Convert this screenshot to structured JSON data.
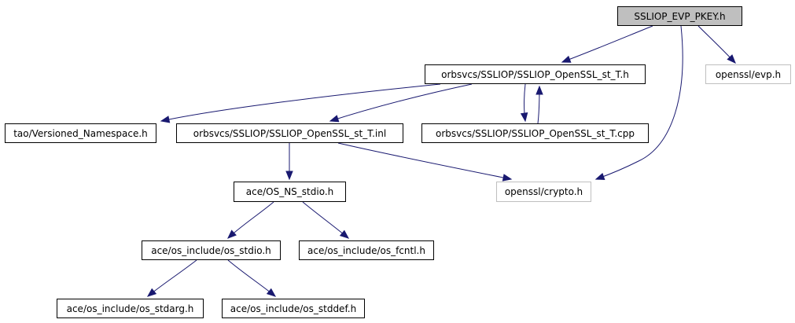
{
  "graph": {
    "nodes": {
      "root": "SSLIOP_EVP_PKEY.h",
      "openssl_st_h": "orbsvcs/SSLIOP/SSLIOP_OpenSSL_st_T.h",
      "openssl_evp": "openssl/evp.h",
      "versioned_namespace": "tao/Versioned_Namespace.h",
      "openssl_st_inl": "orbsvcs/SSLIOP/SSLIOP_OpenSSL_st_T.inl",
      "openssl_st_cpp": "orbsvcs/SSLIOP/SSLIOP_OpenSSL_st_T.cpp",
      "os_ns_stdio": "ace/OS_NS_stdio.h",
      "openssl_crypto": "openssl/crypto.h",
      "os_stdio": "ace/os_include/os_stdio.h",
      "os_fcntl": "ace/os_include/os_fcntl.h",
      "os_stdarg": "ace/os_include/os_stdarg.h",
      "os_stddef": "ace/os_include/os_stddef.h"
    },
    "edges": [
      [
        "root",
        "openssl_st_h"
      ],
      [
        "root",
        "openssl_evp"
      ],
      [
        "root",
        "openssl_crypto"
      ],
      [
        "openssl_st_h",
        "versioned_namespace"
      ],
      [
        "openssl_st_h",
        "openssl_st_inl"
      ],
      [
        "openssl_st_h",
        "openssl_st_cpp"
      ],
      [
        "openssl_st_cpp",
        "openssl_st_h"
      ],
      [
        "openssl_st_inl",
        "os_ns_stdio"
      ],
      [
        "openssl_st_inl",
        "openssl_crypto"
      ],
      [
        "os_ns_stdio",
        "os_stdio"
      ],
      [
        "os_ns_stdio",
        "os_fcntl"
      ],
      [
        "os_stdio",
        "os_stdarg"
      ],
      [
        "os_stdio",
        "os_stddef"
      ]
    ],
    "colors": {
      "edge": "#191970",
      "root_fill": "#bfbfbf",
      "node_border": "#000000",
      "external_border": "#bfbfbf"
    }
  }
}
